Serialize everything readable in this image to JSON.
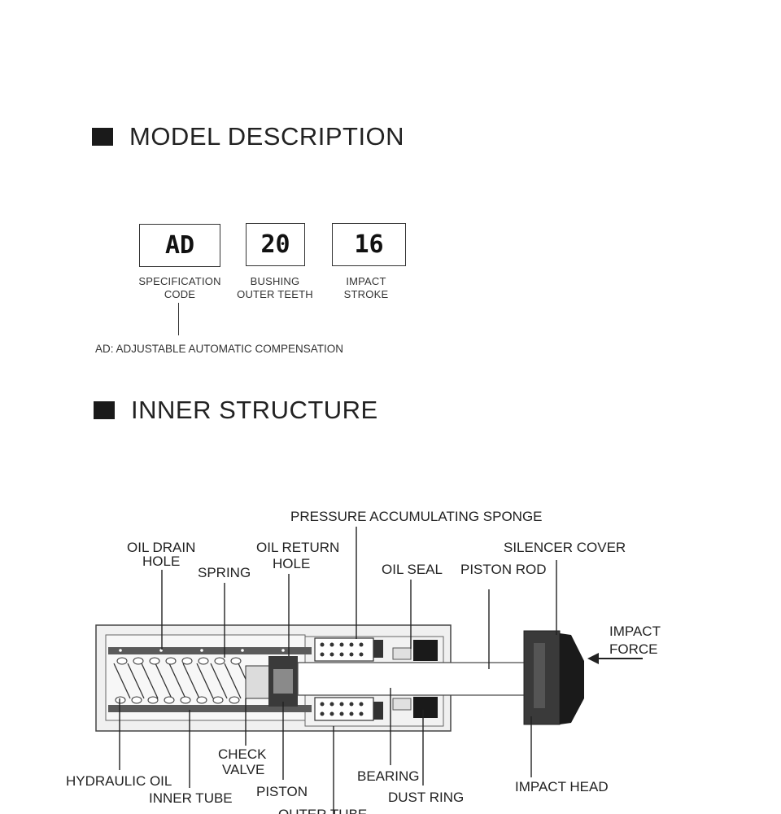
{
  "model_section": {
    "title": "MODEL DESCRIPTION"
  },
  "codes": [
    {
      "value": "AD",
      "caption_line1": "SPECIFICATION",
      "caption_line2": "CODE"
    },
    {
      "value": "20",
      "caption_line1": "BUSHING",
      "caption_line2": "OUTER TEETH"
    },
    {
      "value": "16",
      "caption_line1": "IMPACT",
      "caption_line2": "STROKE"
    }
  ],
  "code_note": "AD: ADJUSTABLE AUTOMATIC COMPENSATION",
  "structure_section": {
    "title": "INNER STRUCTURE"
  },
  "labels": {
    "pressure_sponge": "PRESSURE ACCUMULATING SPONGE",
    "oil_drain_1": "OIL DRAIN",
    "oil_drain_2": "HOLE",
    "spring": "SPRING",
    "oil_return_1": "OIL RETURN",
    "oil_return_2": "HOLE",
    "oil_seal": "OIL SEAL",
    "piston_rod": "PISTON ROD",
    "silencer_cover": "SILENCER COVER",
    "impact_force_1": "IMPACT",
    "impact_force_2": "FORCE",
    "check_valve_1": "CHECK",
    "check_valve_2": "VALVE",
    "hydraulic_oil": "HYDRAULIC OIL",
    "inner_tube": "INNER TUBE",
    "piston": "PISTON",
    "bearing": "BEARING",
    "dust_ring": "DUST RING",
    "impact_head": "IMPACT HEAD",
    "outer_tube": "OUTER TUBE"
  },
  "colors": {
    "dark": "#1a1a1a",
    "tube_fill": "#e8e8e8",
    "inner_fill": "#f4f4f4"
  }
}
